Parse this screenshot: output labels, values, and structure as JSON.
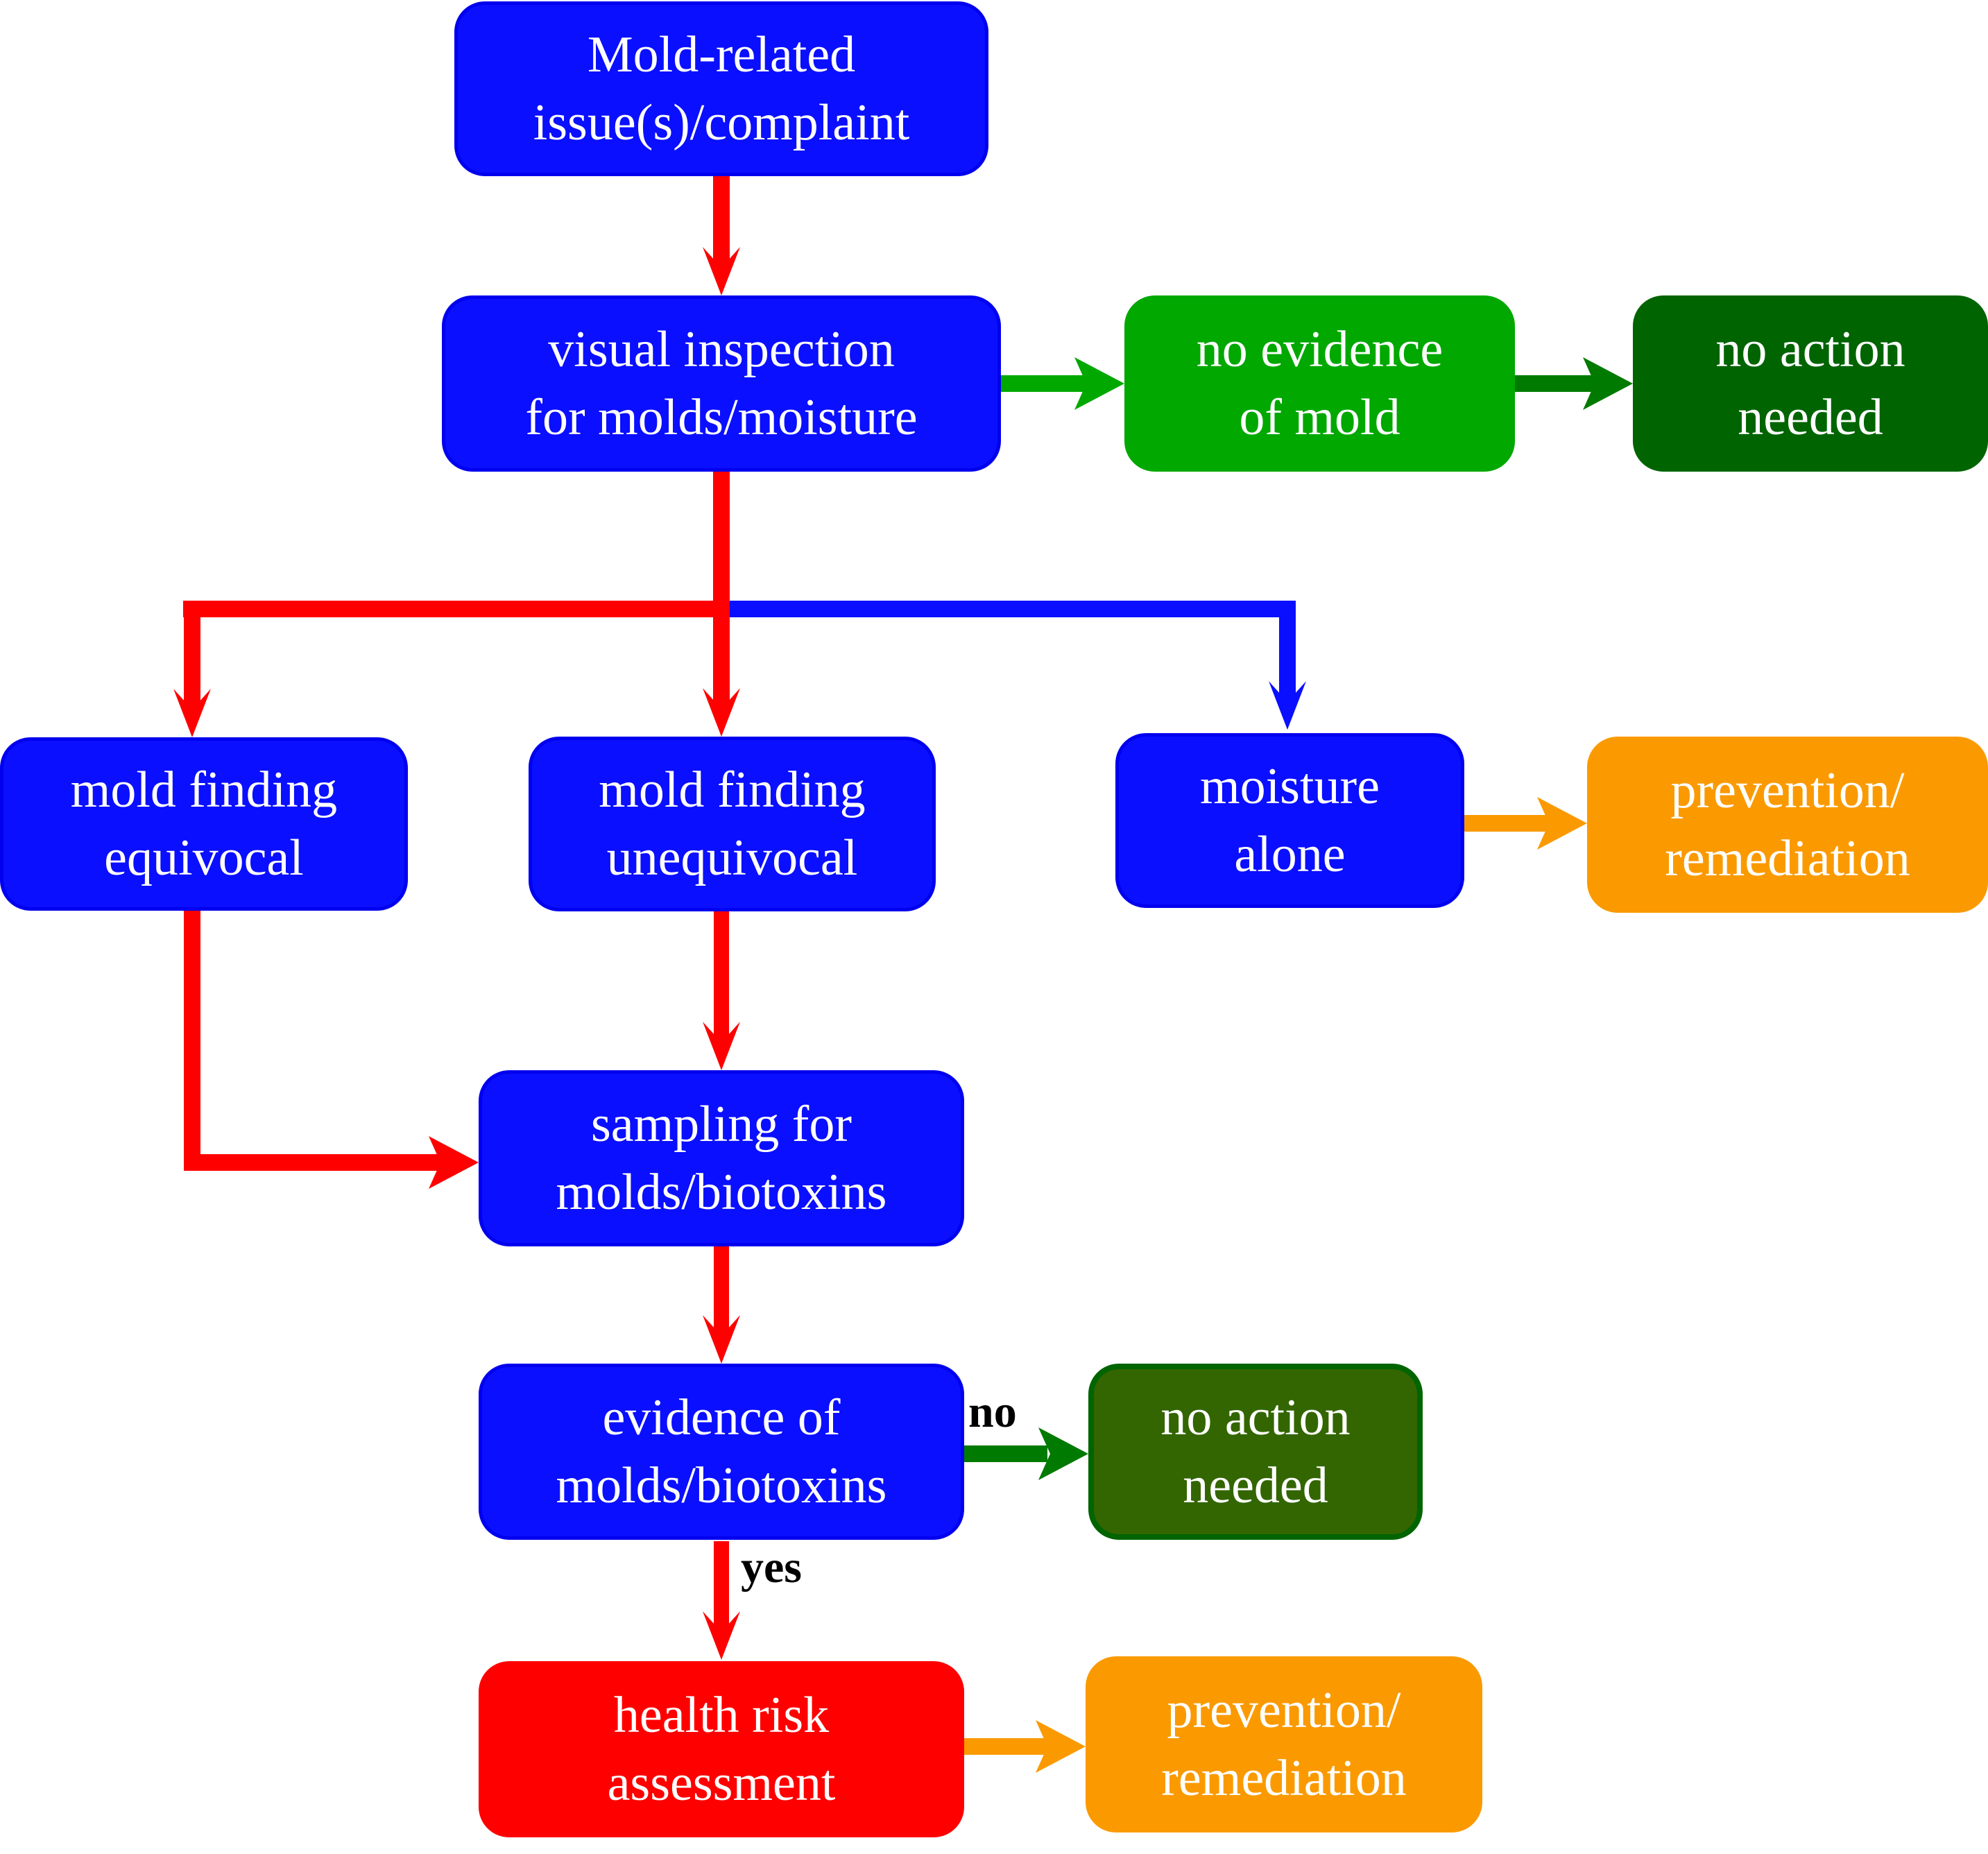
{
  "title": "Mold assessment decision flowchart",
  "colors": {
    "process": "#0a0fff",
    "no_evidence": "#00a800",
    "no_action": "#006400",
    "no_action_alt": "#336600",
    "remediation": "#fa9a00",
    "risk": "#ff0000",
    "arrow_red": "#ff0000",
    "arrow_blue": "#0a0fff",
    "arrow_green": "#00a800",
    "arrow_dkgreen": "#007a00",
    "arrow_orange": "#fa9a00"
  },
  "nodes": {
    "start": {
      "lines": [
        "Mold-related",
        "issue(s)/complaint"
      ]
    },
    "visual": {
      "lines": [
        "visual inspection",
        "for molds/moisture"
      ]
    },
    "no_evidence": {
      "lines": [
        "no evidence",
        "of mold"
      ]
    },
    "no_action_top": {
      "lines": [
        "no action",
        "needed"
      ]
    },
    "equivocal": {
      "lines": [
        "mold finding",
        "equivocal"
      ]
    },
    "unequivocal": {
      "lines": [
        "mold finding",
        "unequivocal"
      ]
    },
    "moisture": {
      "lines": [
        "moisture",
        "alone"
      ]
    },
    "prevention_mid": {
      "lines": [
        "prevention/",
        "remediation"
      ]
    },
    "sampling": {
      "lines": [
        "sampling for",
        "molds/biotoxins"
      ]
    },
    "evidence": {
      "lines": [
        "evidence of",
        "molds/biotoxins"
      ]
    },
    "no_action_bottom": {
      "lines": [
        "no action",
        "needed"
      ]
    },
    "health": {
      "lines": [
        "health risk",
        "assessment"
      ]
    },
    "prevention_bottom": {
      "lines": [
        "prevention/",
        "remediation"
      ]
    }
  },
  "edge_labels": {
    "no": "no",
    "yes": "yes"
  },
  "edges": [
    {
      "from": "start",
      "to": "visual",
      "color": "red"
    },
    {
      "from": "visual",
      "to": "no_evidence",
      "color": "green"
    },
    {
      "from": "no_evidence",
      "to": "no_action_top",
      "color": "dkgreen"
    },
    {
      "from": "visual",
      "to": "equivocal",
      "color": "red"
    },
    {
      "from": "visual",
      "to": "unequivocal",
      "color": "red"
    },
    {
      "from": "visual",
      "to": "moisture",
      "color": "blue"
    },
    {
      "from": "moisture",
      "to": "prevention_mid",
      "color": "orange"
    },
    {
      "from": "unequivocal",
      "to": "sampling",
      "color": "red"
    },
    {
      "from": "equivocal",
      "to": "sampling",
      "color": "red"
    },
    {
      "from": "sampling",
      "to": "evidence",
      "color": "red"
    },
    {
      "from": "evidence",
      "to": "no_action_bottom",
      "color": "dkgreen",
      "label": "no"
    },
    {
      "from": "evidence",
      "to": "health",
      "color": "red",
      "label": "yes"
    },
    {
      "from": "health",
      "to": "prevention_bottom",
      "color": "orange"
    }
  ]
}
